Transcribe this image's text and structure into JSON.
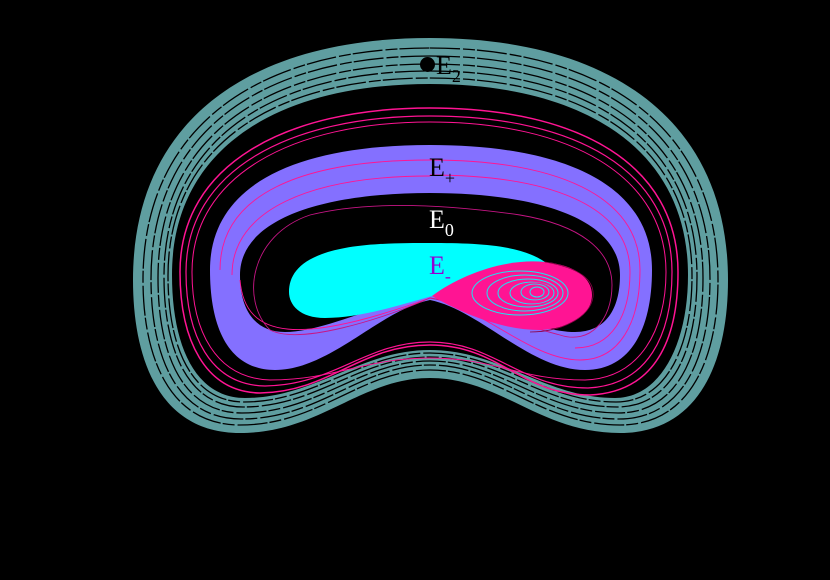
{
  "diagram": {
    "background": "#000000",
    "regions": [
      {
        "id": "outer-ring",
        "color": "#5f9ea0",
        "description": "teal outer ring of trajectories"
      },
      {
        "id": "middle-band",
        "color": "#8470ff",
        "description": "lavender band region"
      },
      {
        "id": "inner-blob",
        "color": "#00ffff",
        "description": "cyan inner lobe region"
      },
      {
        "id": "spiral-attractor",
        "color": "#ff1493",
        "description": "pink spiral trajectories"
      }
    ],
    "labels": {
      "e2": {
        "base": "E",
        "sub": "2",
        "color": "#000000"
      },
      "eplus": {
        "base": "E",
        "sub": "+",
        "color": "#000000"
      },
      "e0": {
        "base": "E",
        "sub": "0",
        "color": "#ffffff"
      },
      "eminus": {
        "base": "E",
        "sub": "-",
        "color": "#9400d3"
      }
    }
  }
}
